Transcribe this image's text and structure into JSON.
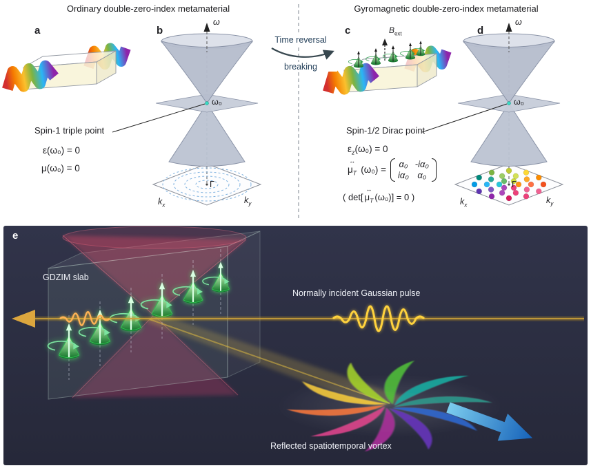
{
  "colors": {
    "panel_bg": "#2b2e40",
    "beam_yellow": "#d9af3c",
    "pulse_yellow": "#ffd23e",
    "vortex_arrow_blue": "#1e88e5",
    "spin_green": "#3ecb55",
    "cone_red": "#ff4d6b",
    "dirac_point_cyan": "#39dcc4"
  },
  "top": {
    "left_title": "Ordinary double-zero-index metamaterial",
    "right_title": "Gyromagnetic double-zero-index metamaterial",
    "transition": {
      "line1": "Time reversal",
      "line2": "breaking"
    },
    "panel_labels": {
      "a": "a",
      "b": "b",
      "c": "c",
      "d": "d"
    },
    "axis": {
      "omega": "ω",
      "omega0": "ω₀",
      "gamma": "Γ",
      "k": "k",
      "x": "x",
      "y": "y"
    },
    "b_ext": {
      "base": "B",
      "sub": "ext"
    },
    "left": {
      "point": "Spin-1 triple point",
      "eq1": "ε(ω₀) = 0",
      "eq2": "μ(ω₀) = 0"
    },
    "right": {
      "point": "Spin-1/2 Dirac point",
      "eps": {
        "base": "ε",
        "sub": "z",
        "rest": "(ω₀) = 0"
      },
      "mu": {
        "arrow": "↔",
        "base": "μ",
        "sub": "T",
        "rest": "(ω₀) =",
        "m11": "α₀",
        "m12": "-iα₀",
        "m21": "iα₀",
        "m22": "α₀"
      },
      "det": {
        "pre": "( det[",
        "arrow": "↔",
        "base": "μ",
        "sub": "T",
        "post": "(ω₀)] = 0 )"
      }
    }
  },
  "bottom": {
    "panel_label": "e",
    "slab_label": "GDZIM slab",
    "incident_label": "Normally incident Gaussian pulse",
    "reflected_label": "Reflected spatiotemporal vortex"
  }
}
